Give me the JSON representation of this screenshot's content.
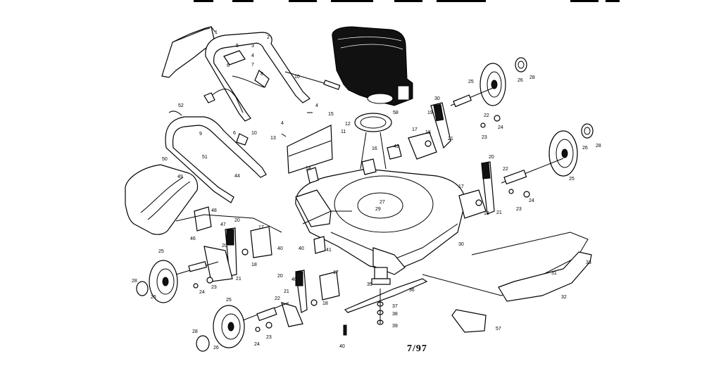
{
  "diagram": {
    "date_code": "7/97",
    "labels": [
      {
        "id": "l1",
        "text": "1"
      },
      {
        "id": "l2",
        "text": "2"
      },
      {
        "id": "l3",
        "text": "3"
      },
      {
        "id": "l4a",
        "text": "4"
      },
      {
        "id": "l5",
        "text": "5"
      },
      {
        "id": "l6",
        "text": "6"
      },
      {
        "id": "l7",
        "text": "7"
      },
      {
        "id": "l8",
        "text": "8"
      },
      {
        "id": "l10a",
        "text": "10"
      },
      {
        "id": "l10b",
        "text": "10"
      },
      {
        "id": "l4b",
        "text": "4"
      },
      {
        "id": "l15",
        "text": "15"
      },
      {
        "id": "l12",
        "text": "12"
      },
      {
        "id": "l11",
        "text": "11"
      },
      {
        "id": "l13",
        "text": "13"
      },
      {
        "id": "l4c",
        "text": "4"
      },
      {
        "id": "l6b",
        "text": "6"
      },
      {
        "id": "l14",
        "text": "14"
      },
      {
        "id": "l52",
        "text": "52"
      },
      {
        "id": "l9",
        "text": "9"
      },
      {
        "id": "l51",
        "text": "51"
      },
      {
        "id": "l50",
        "text": "50"
      },
      {
        "id": "l49",
        "text": "49"
      },
      {
        "id": "l44",
        "text": "44"
      },
      {
        "id": "l48",
        "text": "48"
      },
      {
        "id": "l47",
        "text": "47"
      },
      {
        "id": "l46",
        "text": "46"
      },
      {
        "id": "l16",
        "text": "16"
      },
      {
        "id": "l42",
        "text": "42"
      },
      {
        "id": "l17a",
        "text": "17"
      },
      {
        "id": "l18a",
        "text": "18"
      },
      {
        "id": "l30a",
        "text": "30"
      },
      {
        "id": "l19",
        "text": "19"
      },
      {
        "id": "l21a",
        "text": "21"
      },
      {
        "id": "l22a",
        "text": "22"
      },
      {
        "id": "l24a",
        "text": "24"
      },
      {
        "id": "l23a",
        "text": "23"
      },
      {
        "id": "l25a",
        "text": "25"
      },
      {
        "id": "l26a",
        "text": "26"
      },
      {
        "id": "l28a",
        "text": "28"
      },
      {
        "id": "l29",
        "text": "29"
      },
      {
        "id": "l27",
        "text": "27"
      },
      {
        "id": "l25b",
        "text": "25"
      },
      {
        "id": "l26b",
        "text": "26"
      },
      {
        "id": "l28b",
        "text": "28"
      },
      {
        "id": "l20a",
        "text": "20"
      },
      {
        "id": "l22b",
        "text": "22"
      },
      {
        "id": "l17b",
        "text": "17"
      },
      {
        "id": "l18b",
        "text": "18"
      },
      {
        "id": "l21b",
        "text": "21"
      },
      {
        "id": "l23b",
        "text": "23"
      },
      {
        "id": "l24b",
        "text": "24"
      },
      {
        "id": "l30b",
        "text": "30"
      },
      {
        "id": "l20b",
        "text": "20"
      },
      {
        "id": "l17c",
        "text": "17"
      },
      {
        "id": "l40a",
        "text": "40"
      },
      {
        "id": "l20c",
        "text": "20"
      },
      {
        "id": "l18c",
        "text": "18"
      },
      {
        "id": "l41",
        "text": "41"
      },
      {
        "id": "l40b",
        "text": "40"
      },
      {
        "id": "l25c",
        "text": "25"
      },
      {
        "id": "l28c",
        "text": "28"
      },
      {
        "id": "l26c",
        "text": "26"
      },
      {
        "id": "l24c",
        "text": "24"
      },
      {
        "id": "l23c",
        "text": "23"
      },
      {
        "id": "l21c",
        "text": "21"
      },
      {
        "id": "l20d",
        "text": "20"
      },
      {
        "id": "l17d",
        "text": "17"
      },
      {
        "id": "l21d",
        "text": "21"
      },
      {
        "id": "l18d",
        "text": "18"
      },
      {
        "id": "l22c",
        "text": "22"
      },
      {
        "id": "l25d",
        "text": "25"
      },
      {
        "id": "l28d",
        "text": "28"
      },
      {
        "id": "l26d",
        "text": "26"
      },
      {
        "id": "l24d",
        "text": "24"
      },
      {
        "id": "l23d",
        "text": "23"
      },
      {
        "id": "l40c",
        "text": "40"
      },
      {
        "id": "l35",
        "text": "35"
      },
      {
        "id": "l36",
        "text": "36"
      },
      {
        "id": "l37",
        "text": "37"
      },
      {
        "id": "l38",
        "text": "38"
      },
      {
        "id": "l39",
        "text": "39"
      },
      {
        "id": "l31",
        "text": "31"
      },
      {
        "id": "l32",
        "text": "32"
      },
      {
        "id": "l33",
        "text": "33"
      },
      {
        "id": "l57",
        "text": "57"
      },
      {
        "id": "l58",
        "text": "58"
      },
      {
        "id": "l40d",
        "text": "40"
      }
    ]
  }
}
